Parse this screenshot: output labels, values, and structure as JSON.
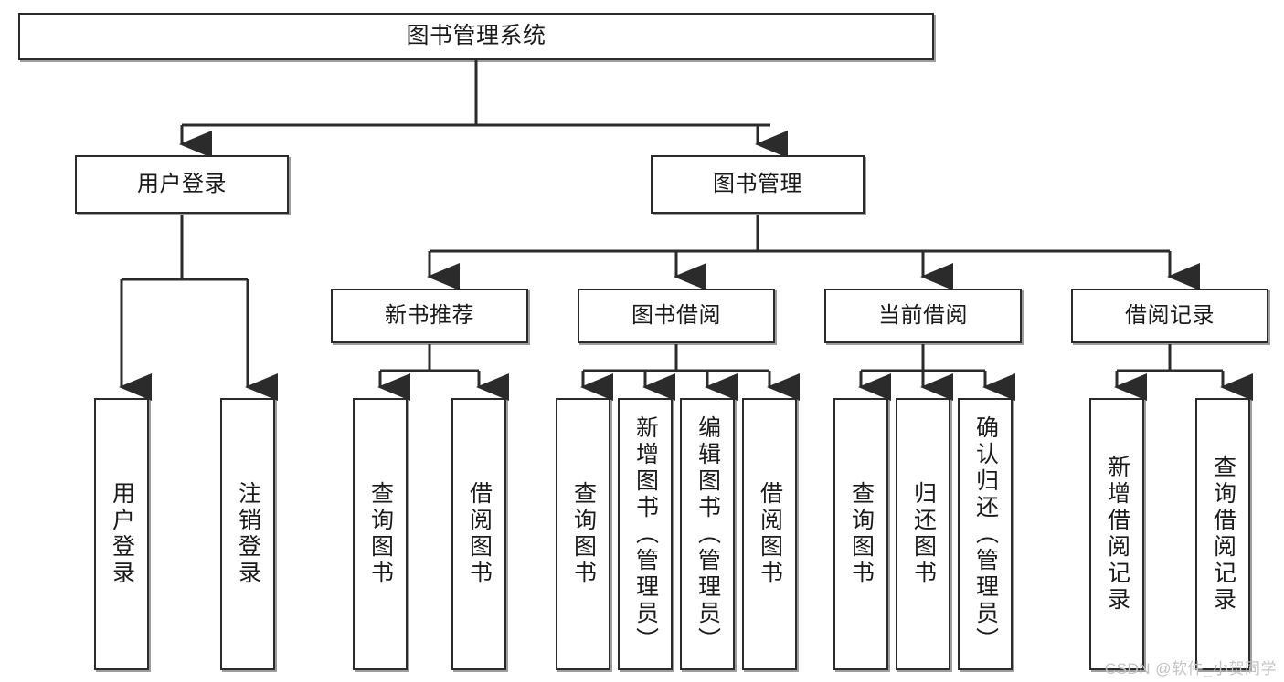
{
  "diagram": {
    "title": "图书管理系统",
    "type": "tree-hierarchy",
    "watermark": "CSDN @软件_小贺同学",
    "colors": {
      "box_border": "#2b2b2b",
      "box_fill": "#ffffff",
      "connector": "#2b2b2b",
      "text": "#1a1a1a",
      "watermark": "#c3c3c3"
    },
    "nodes": {
      "root": {
        "label": "图书管理系统"
      },
      "level2": [
        {
          "id": "user-login",
          "label": "用户登录"
        },
        {
          "id": "book-manage",
          "label": "图书管理"
        }
      ],
      "level3": [
        {
          "id": "new-book-recommend",
          "label": "新书推荐"
        },
        {
          "id": "book-borrow",
          "label": "图书借阅"
        },
        {
          "id": "current-borrow",
          "label": "当前借阅"
        },
        {
          "id": "borrow-record",
          "label": "借阅记录"
        }
      ],
      "leaves": {
        "user-login": [
          {
            "id": "leaf-user-login",
            "label": "用户登录"
          },
          {
            "id": "leaf-logout",
            "label": "注销登录"
          }
        ],
        "new-book-recommend": [
          {
            "id": "leaf-query-book-1",
            "label": "查询图书"
          },
          {
            "id": "leaf-borrow-book-1",
            "label": "借阅图书"
          }
        ],
        "book-borrow": [
          {
            "id": "leaf-query-book-2",
            "label": "查询图书"
          },
          {
            "id": "leaf-add-book",
            "label": "新增图书（管理员）"
          },
          {
            "id": "leaf-edit-book",
            "label": "编辑图书（管理员）"
          },
          {
            "id": "leaf-borrow-book-2",
            "label": "借阅图书"
          }
        ],
        "current-borrow": [
          {
            "id": "leaf-query-book-3",
            "label": "查询图书"
          },
          {
            "id": "leaf-return-book",
            "label": "归还图书"
          },
          {
            "id": "leaf-confirm-return",
            "label": "确认归还（管理员）"
          }
        ],
        "borrow-record": [
          {
            "id": "leaf-add-record",
            "label": "新增借阅记录"
          },
          {
            "id": "leaf-query-record",
            "label": "查询借阅记录"
          }
        ]
      }
    }
  }
}
